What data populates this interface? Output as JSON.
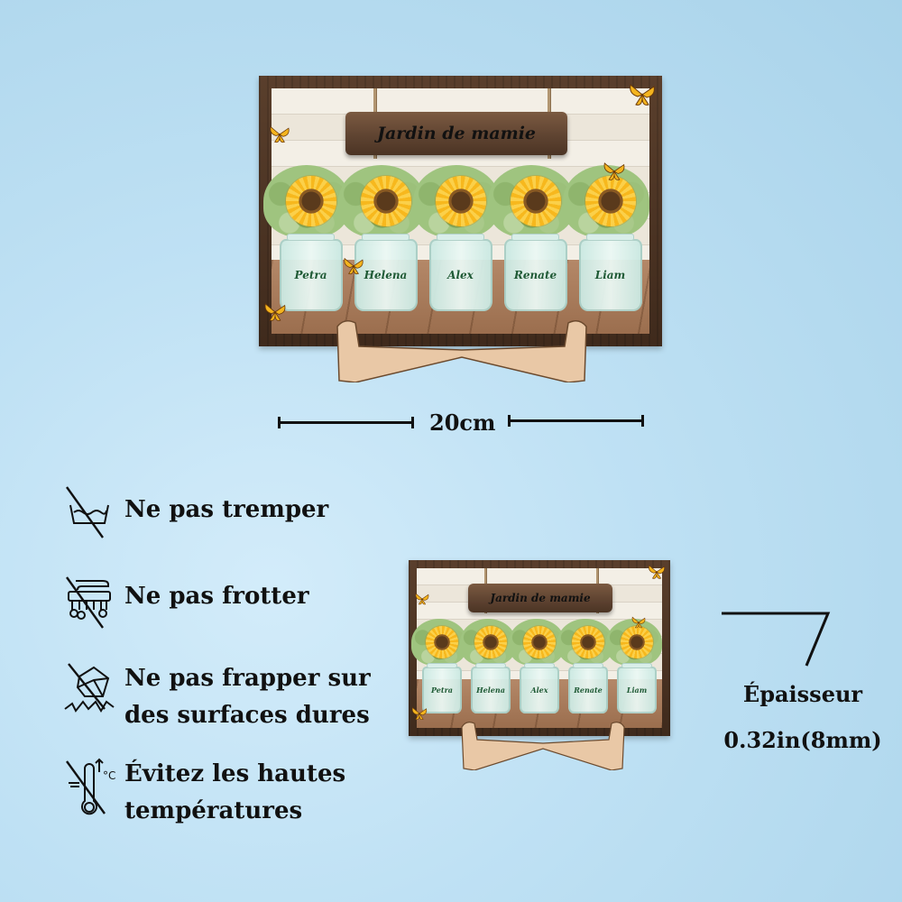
{
  "background": {
    "colors": [
      "#a9d3ea",
      "#d3ecfa"
    ]
  },
  "product": {
    "sign_title": "Jardin de mamie",
    "jar_names": [
      "Petra",
      "Helena",
      "Alex",
      "Renate",
      "Liam"
    ],
    "colors": {
      "frame": "#4a3323",
      "sign": "#5d4230",
      "sunflower": "#f7b81d",
      "name_text": "#1f5a35",
      "stand": "#e9c8a6"
    }
  },
  "dimension": {
    "width_label": "20cm"
  },
  "care_instructions": [
    {
      "icon": "no-soak-icon",
      "label": "Ne pas tremper"
    },
    {
      "icon": "no-scrub-icon",
      "label": "Ne pas frotter"
    },
    {
      "icon": "no-impact-icon",
      "label_lines": [
        "Ne pas frapper sur",
        "des surfaces dures"
      ]
    },
    {
      "icon": "no-heat-icon",
      "label_lines": [
        "Évitez les hautes",
        "températures"
      ]
    }
  ],
  "thickness": {
    "title": "Épaisseur",
    "value": "0.32in(8mm)"
  }
}
